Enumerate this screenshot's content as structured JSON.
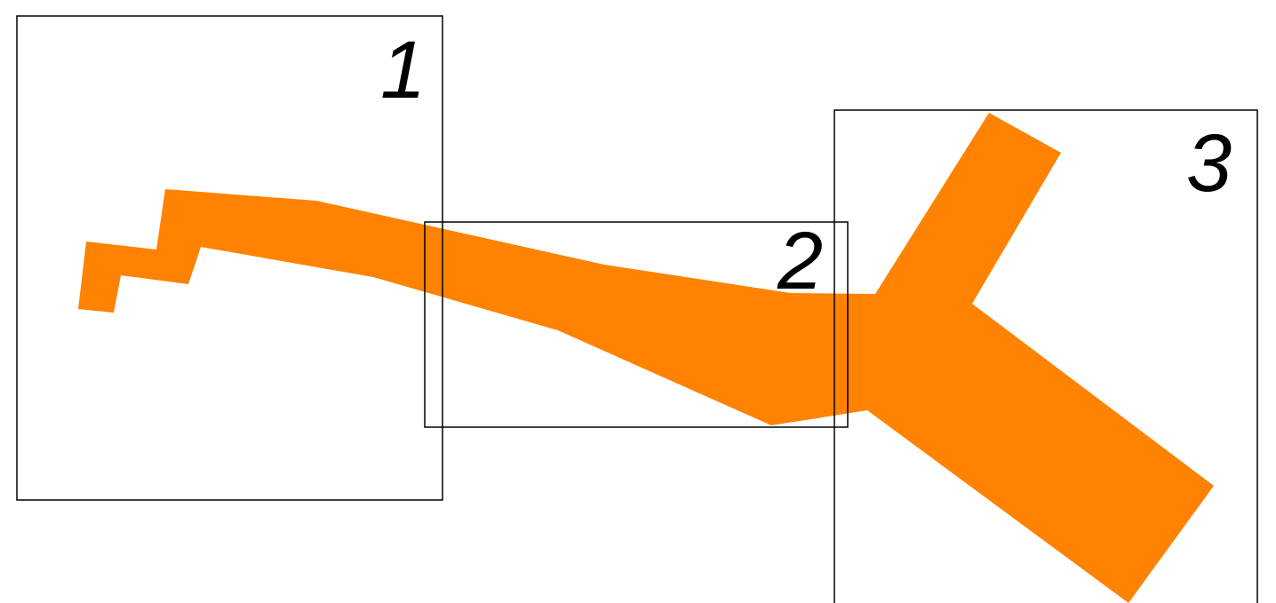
{
  "shape": {
    "fill": "#ff8200",
    "icon": "river-shape"
  },
  "regions": [
    {
      "label": "1"
    },
    {
      "label": "2"
    },
    {
      "label": "3"
    }
  ],
  "colors": {
    "frame": "#000000",
    "background": "#ffffff"
  }
}
